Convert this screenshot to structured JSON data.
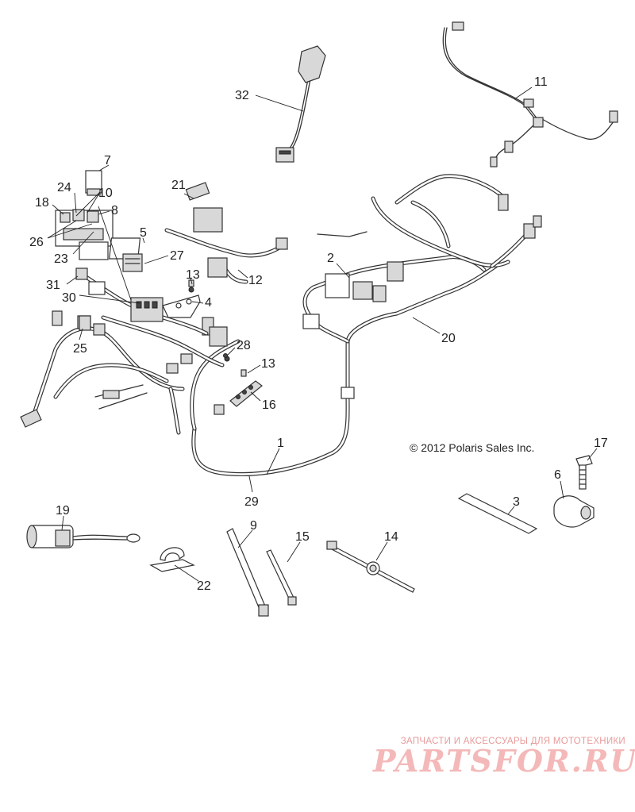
{
  "copyright": "© 2012 Polaris Sales Inc.",
  "callouts": [
    "1",
    "2",
    "3",
    "4",
    "5",
    "6",
    "7",
    "8",
    "9",
    "10",
    "11",
    "12",
    "13",
    "13",
    "14",
    "15",
    "16",
    "17",
    "18",
    "19",
    "20",
    "21",
    "22",
    "23",
    "24",
    "25",
    "26",
    "27",
    "28",
    "29",
    "30",
    "31",
    "32"
  ],
  "watermark": {
    "tagline": "ЗАПЧАСТИ И АКСЕССУАРЫ ДЛЯ МОТОТЕХНИКИ",
    "logo": "PARTSFOR.RU"
  }
}
